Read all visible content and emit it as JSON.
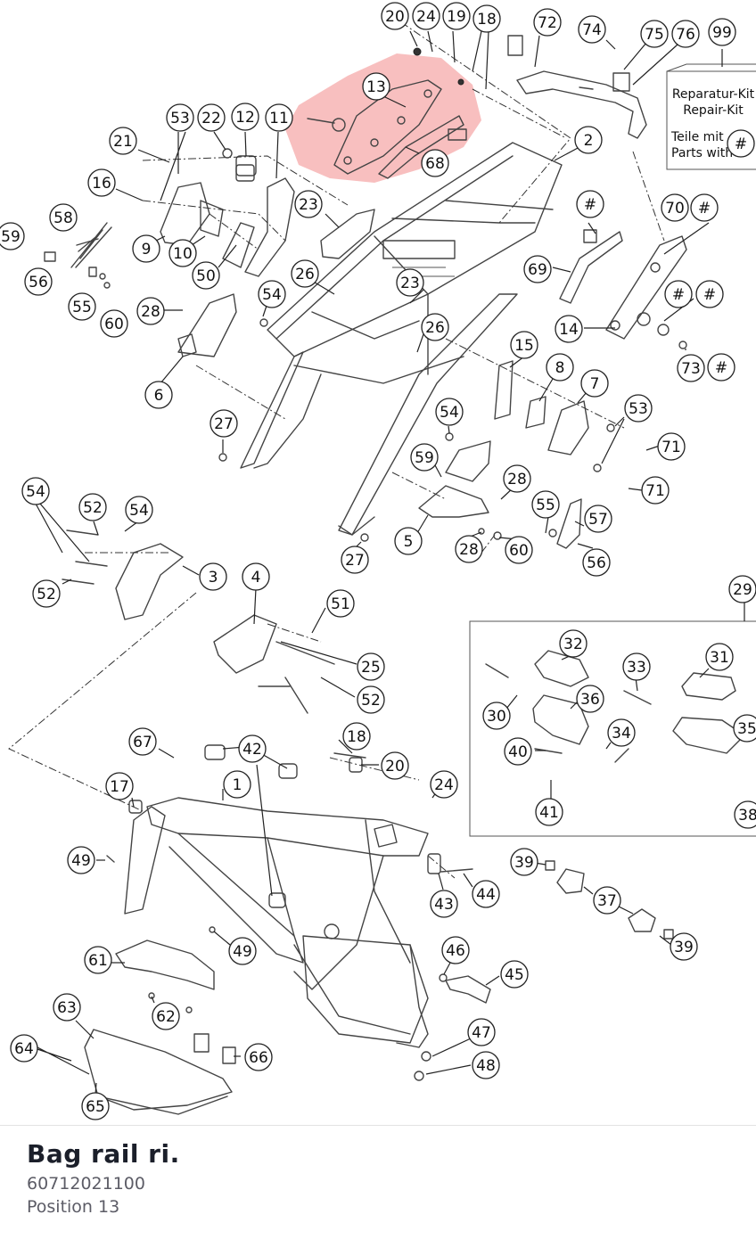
{
  "part": {
    "title": "Bag rail ri.",
    "number": "60712021100",
    "position": "Position 13"
  },
  "diagram": {
    "highlight_color": "#f28b8b",
    "highlighted_label": "13",
    "kit_box": {
      "line1": "Reparatur-Kit",
      "line2": "Repair-Kit",
      "line3": "Teile mit",
      "line4": "Parts with",
      "symbol": "#"
    },
    "labels": [
      "20",
      "24",
      "19",
      "18",
      "72",
      "74",
      "75",
      "76",
      "99",
      "13",
      "2",
      "53",
      "22",
      "12",
      "11",
      "21",
      "16",
      "68",
      "58",
      "59",
      "56",
      "9",
      "10",
      "50",
      "23",
      "#",
      "70",
      "55",
      "60",
      "28",
      "54",
      "26",
      "69",
      "14",
      "73",
      "15",
      "8",
      "7",
      "6",
      "27",
      "71",
      "52",
      "3",
      "4",
      "51",
      "25",
      "29",
      "32",
      "31",
      "33",
      "36",
      "30",
      "34",
      "35",
      "40",
      "41",
      "38",
      "67",
      "42",
      "17",
      "1",
      "49",
      "43",
      "44",
      "39",
      "37",
      "61",
      "46",
      "45",
      "62",
      "63",
      "47",
      "64",
      "66",
      "48",
      "65",
      "5",
      "57"
    ]
  }
}
